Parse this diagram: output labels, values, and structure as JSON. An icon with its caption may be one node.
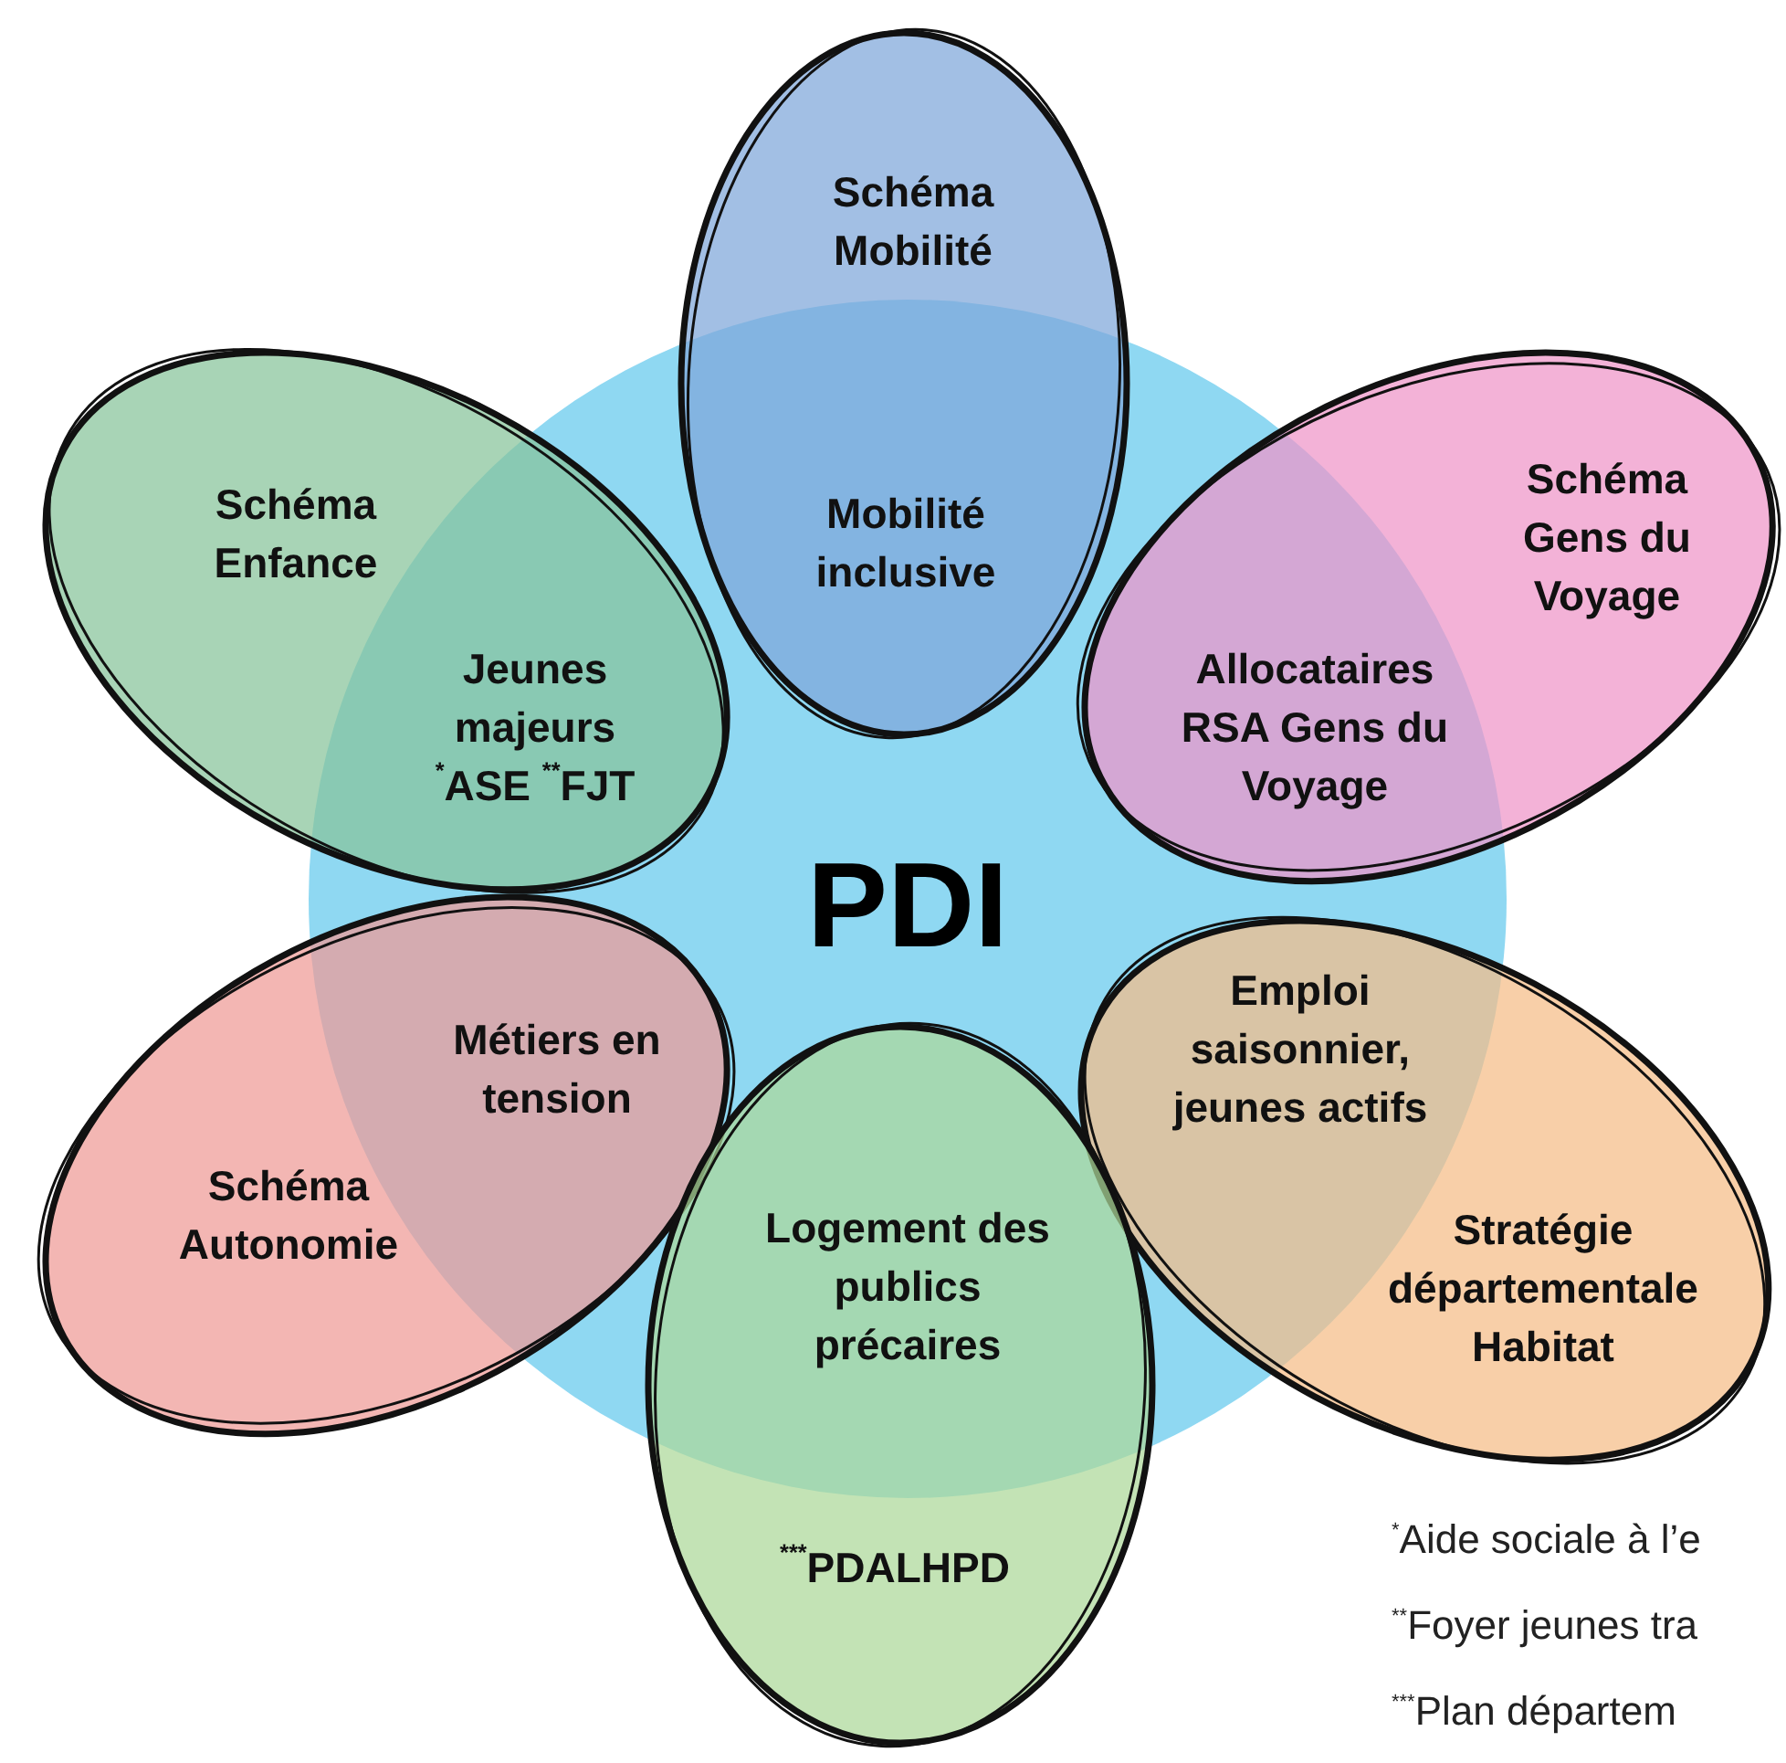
{
  "diagram": {
    "nodes": [
      {
        "text": [
          "PDI"
        ]
      },
      {
        "text": [
          "Schéma Mobilité",
          "Mobilité inclusive"
        ]
      },
      {
        "text": [
          "Schéma Gens du Voyage",
          "Allocataires RSA Gens du Voyage"
        ]
      },
      {
        "text": [
          "Schéma Enfance",
          "Jeunes majeurs $^{*}$ASE $^{**}$FJT"
        ]
      },
      {
        "text": [
          "Métiers en tension",
          "Schéma Autonomie"
        ]
      },
      {
        "text": [
          "Emploi saisonnier, jeunes actifs",
          "Stratégie départementale Habitat"
        ]
      },
      {
        "text": [
          "Logement des publics précaires",
          "$^{***}$PDALHPD"
        ]
      }
    ],
    "labels": [
      "$^{*}$Aide sociale à l’e",
      "$^{**}$Foyer jeunes tra",
      "$^{***}$Plan départem"
    ]
  }
}
